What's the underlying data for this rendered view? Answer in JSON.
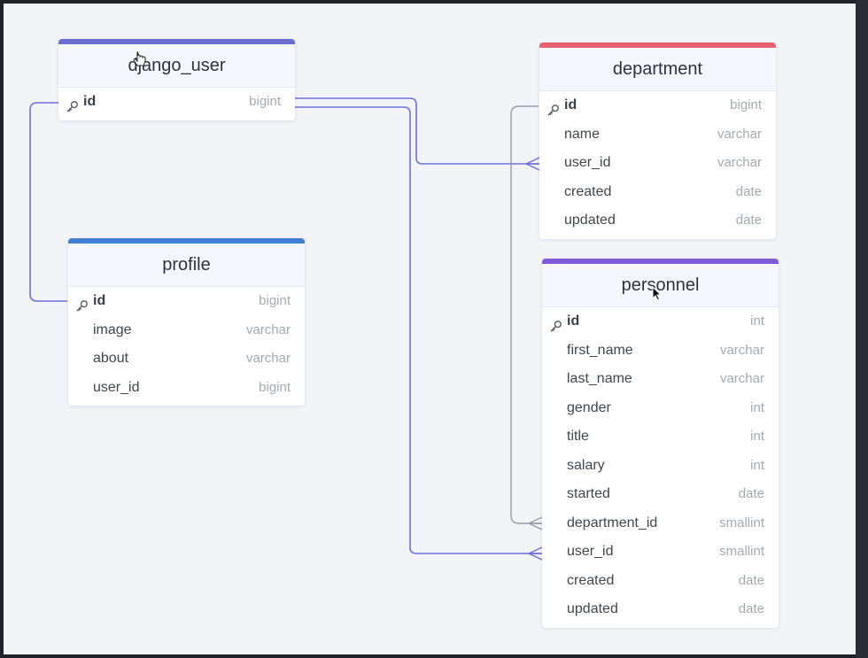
{
  "colors": {
    "django_user": "#6b6ecf",
    "department": "#e7606f",
    "profile": "#3f7fd4",
    "personnel": "#7f5bd6",
    "link": "#6f6fd8",
    "link_gray": "#9a9aa8"
  },
  "tables": {
    "django_user": {
      "name": "django_user",
      "fields": [
        {
          "name": "id",
          "type": "bigint",
          "pk": true
        }
      ]
    },
    "department": {
      "name": "department",
      "fields": [
        {
          "name": "id",
          "type": "bigint",
          "pk": true
        },
        {
          "name": "name",
          "type": "varchar"
        },
        {
          "name": "user_id",
          "type": "varchar"
        },
        {
          "name": "created",
          "type": "date"
        },
        {
          "name": "updated",
          "type": "date"
        }
      ]
    },
    "profile": {
      "name": "profile",
      "fields": [
        {
          "name": "id",
          "type": "bigint",
          "pk": true
        },
        {
          "name": "image",
          "type": "varchar"
        },
        {
          "name": "about",
          "type": "varchar"
        },
        {
          "name": "user_id",
          "type": "bigint"
        }
      ]
    },
    "personnel": {
      "name": "personnel",
      "fields": [
        {
          "name": "id",
          "type": "int",
          "pk": true
        },
        {
          "name": "first_name",
          "type": "varchar"
        },
        {
          "name": "last_name",
          "type": "varchar"
        },
        {
          "name": "gender",
          "type": "int"
        },
        {
          "name": "title",
          "type": "int"
        },
        {
          "name": "salary",
          "type": "int"
        },
        {
          "name": "started",
          "type": "date"
        },
        {
          "name": "department_id",
          "type": "smallint"
        },
        {
          "name": "user_id",
          "type": "smallint"
        },
        {
          "name": "created",
          "type": "date"
        },
        {
          "name": "updated",
          "type": "date"
        }
      ]
    }
  }
}
